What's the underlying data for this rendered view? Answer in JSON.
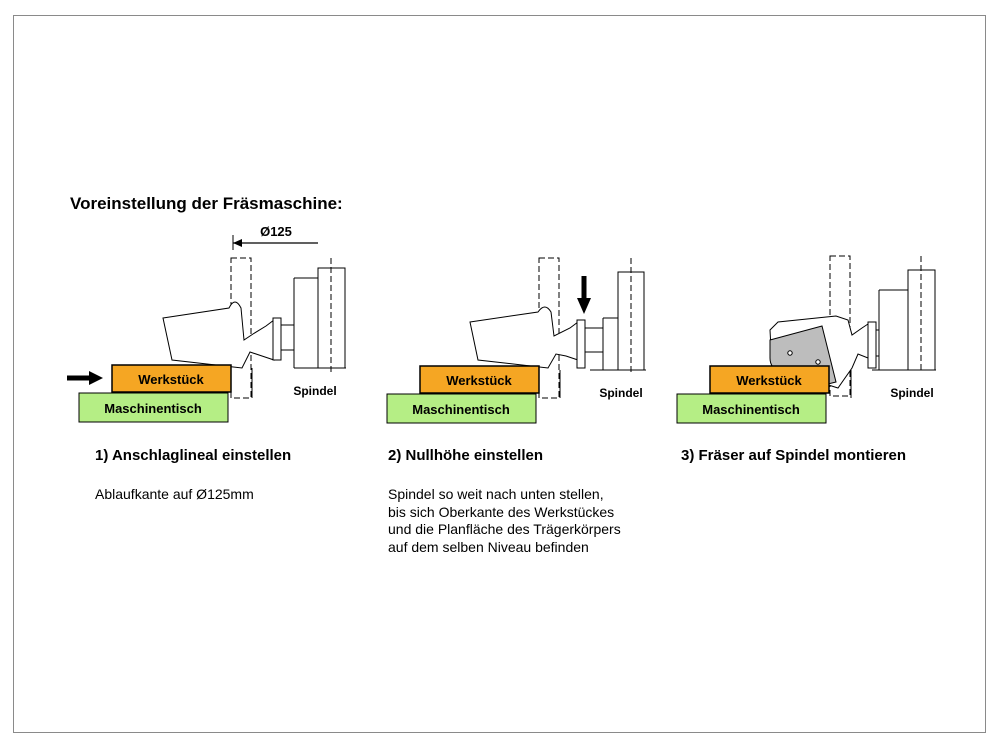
{
  "title": "Voreinstellung der Fräsmaschine:",
  "labels": {
    "workpiece": "Werkstück",
    "table": "Maschinentisch",
    "spindle": "Spindel",
    "diameter": "Ø125"
  },
  "steps": [
    {
      "title": "1) Anschlaglineal einstellen",
      "description": "Ablaufkante auf Ø125mm"
    },
    {
      "title": "2) Nullhöhe einstellen",
      "description": "Spindel so weit nach unten stellen,\nbis sich Oberkante des Werkstückes\nund die Planfläche des Trägerkörpers\nauf dem selben Niveau befinden"
    },
    {
      "title": "3) Fräser auf Spindel montieren",
      "description": ""
    }
  ],
  "colors": {
    "workpiece": "#F5A623",
    "table": "#B5EE85",
    "cutter": "#BDBDBD",
    "line": "#000000"
  }
}
